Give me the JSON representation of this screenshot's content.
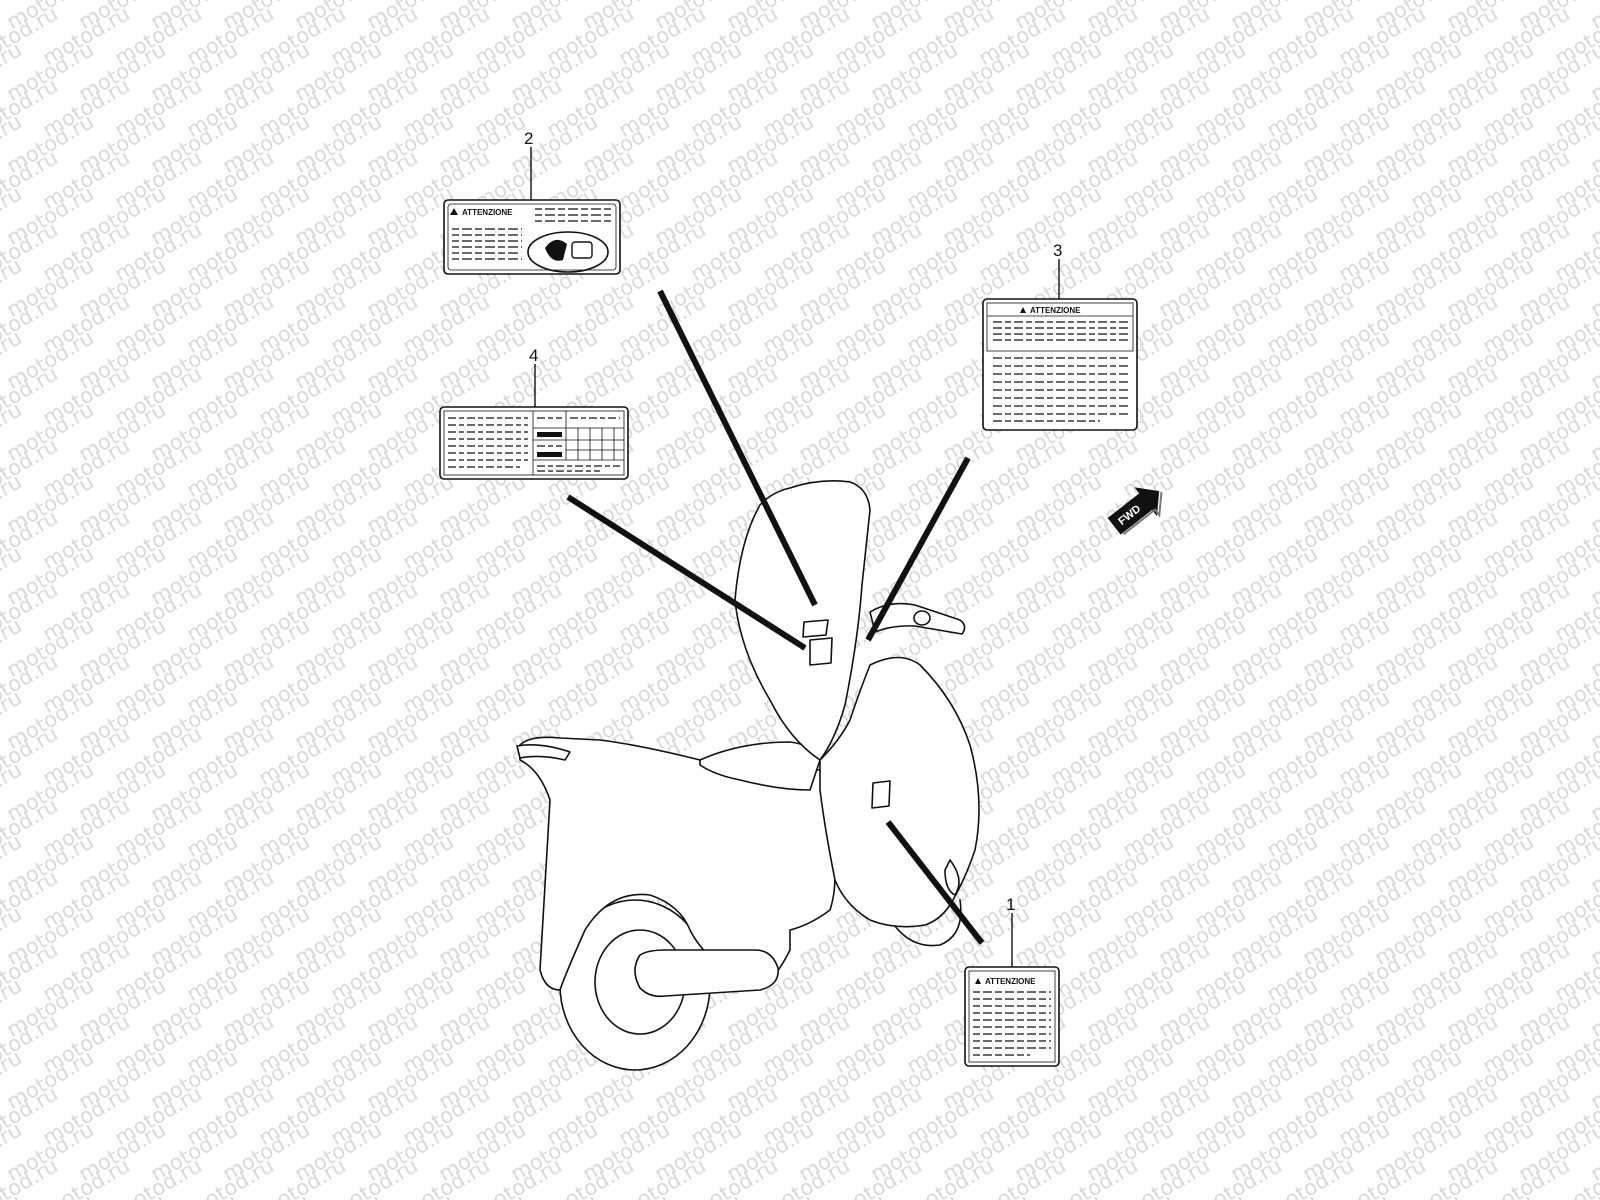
{
  "watermark": {
    "text": "motod.ru"
  },
  "callouts": [
    {
      "number": "1",
      "label_heading": "ATTENZIONE"
    },
    {
      "number": "2",
      "label_heading": "ATTENZIONE"
    },
    {
      "number": "3",
      "label_heading": "ATTENZIONE"
    },
    {
      "number": "4",
      "label_heading": ""
    }
  ],
  "direction_badge": {
    "text": "FWD"
  }
}
